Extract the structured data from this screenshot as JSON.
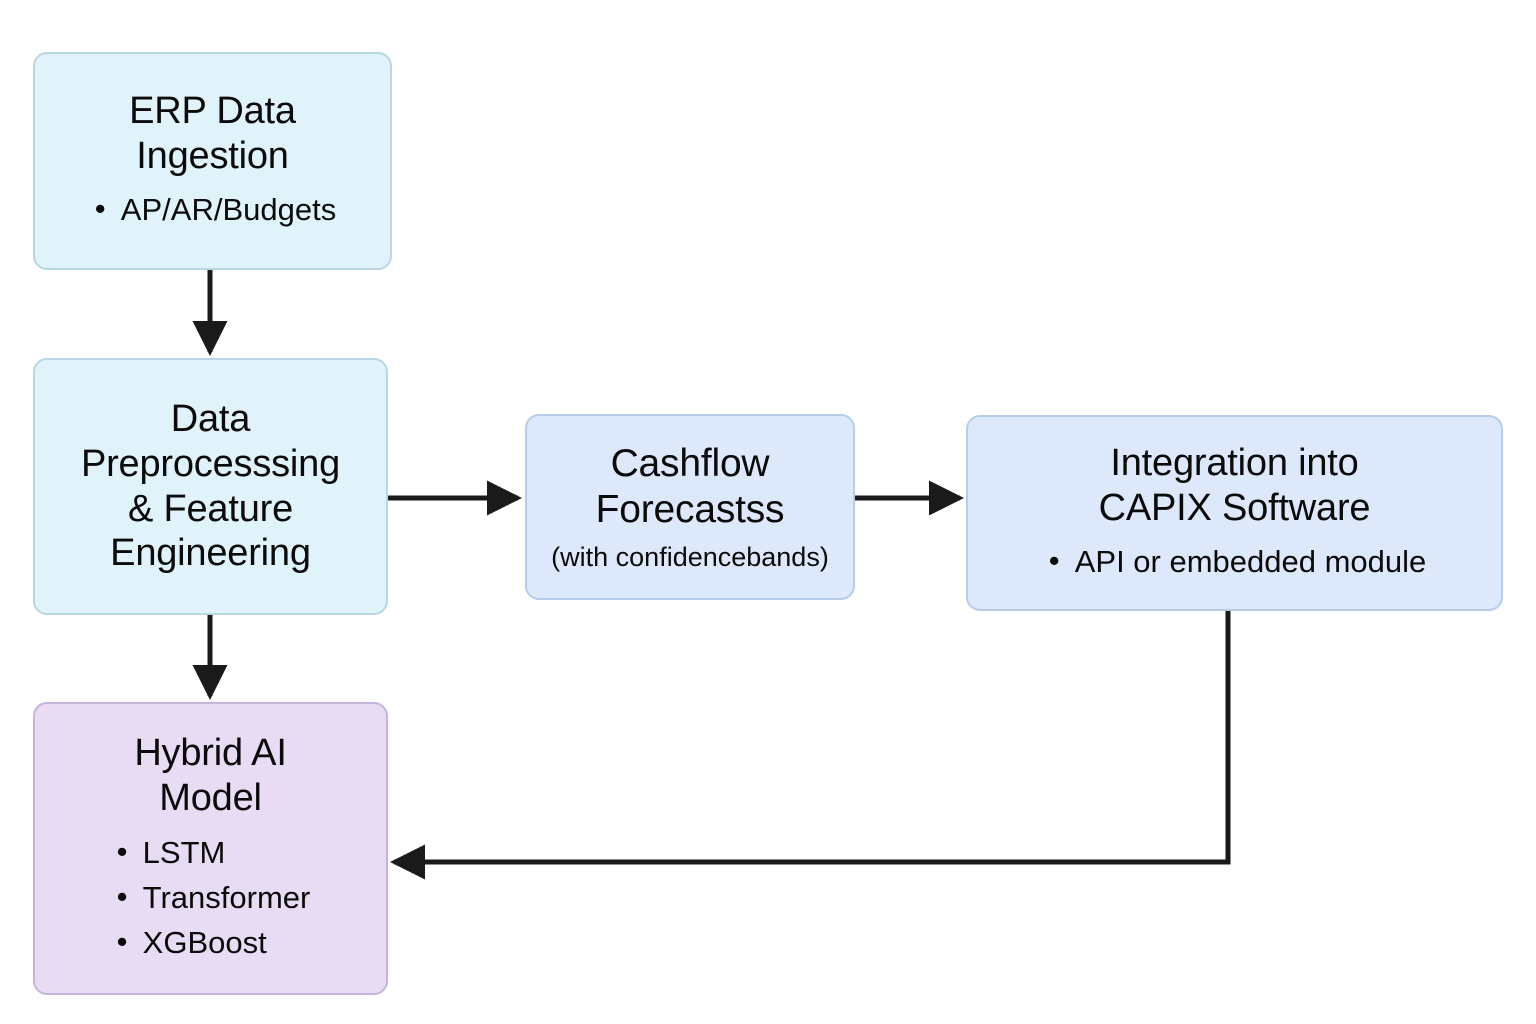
{
  "diagram": {
    "type": "flowchart",
    "background": "#ffffff",
    "palette": {
      "cyan_fill": "#e0f2fa",
      "cyan_stroke": "#b8d6e4",
      "blue_fill": "#dde9fb",
      "blue_stroke": "#b4cdeb",
      "lavender_fill": "#e7dcf3",
      "lavender_stroke": "#c5b4dc",
      "connector": "#1a1a1a",
      "text": "#0b0b0b"
    },
    "nodes": [
      {
        "id": "erp-ingestion",
        "title": "ERP Data\nIngestion",
        "subtitle": "",
        "bullets": [
          "AP/AR/Budgets"
        ],
        "color": "cyan"
      },
      {
        "id": "preprocessing",
        "title": "Data\nPreprocesssing\n& Feature\nEngineering",
        "subtitle": "",
        "bullets": [],
        "color": "cyan"
      },
      {
        "id": "cashflow",
        "title": "Cashflow\nForecastss",
        "subtitle": "(with confidencebands)",
        "bullets": [],
        "color": "blue"
      },
      {
        "id": "integration",
        "title": "Integration into\nCAPIX Software",
        "subtitle": "",
        "bullets": [
          "API or embedded module"
        ],
        "color": "blue"
      },
      {
        "id": "hybrid-model",
        "title": "Hybrid AI\nModel",
        "subtitle": "",
        "bullets": [
          "LSTM",
          "Transformer",
          "XGBoost"
        ],
        "color": "lavender"
      }
    ],
    "edges": [
      {
        "id": "erp-to-preprocessing",
        "from": "erp-ingestion",
        "to": "preprocessing",
        "label": "",
        "direction": "down"
      },
      {
        "id": "preprocessing-to-cashflow",
        "from": "preprocessing",
        "to": "cashflow",
        "label": "",
        "direction": "right"
      },
      {
        "id": "cashflow-to-integration",
        "from": "cashflow",
        "to": "integration",
        "label": "",
        "direction": "right"
      },
      {
        "id": "preprocessing-to-hybrid",
        "from": "preprocessing",
        "to": "hybrid-model",
        "label": "",
        "direction": "down"
      },
      {
        "id": "integration-to-hybrid",
        "from": "integration",
        "to": "hybrid-model",
        "label": "",
        "direction": "feedback-left"
      }
    ]
  }
}
